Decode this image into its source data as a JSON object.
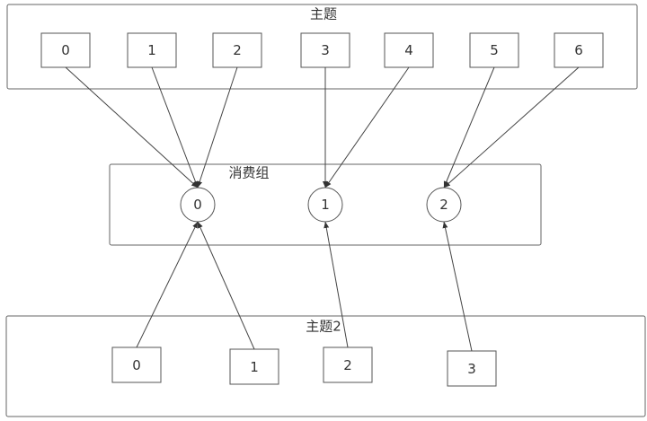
{
  "topic": {
    "title": "主题",
    "partitions": [
      "0",
      "1",
      "2",
      "3",
      "4",
      "5",
      "6"
    ]
  },
  "consumer_group": {
    "title": "消费组",
    "consumers": [
      "0",
      "1",
      "2"
    ]
  },
  "topic2": {
    "title": "主题2",
    "partitions": [
      "0",
      "1",
      "2",
      "3"
    ]
  },
  "edges": {
    "topic_to_consumer": [
      0,
      0,
      0,
      1,
      1,
      2,
      2
    ],
    "topic2_to_consumer": [
      0,
      0,
      1,
      2
    ]
  },
  "colors": {
    "stroke": "#555555",
    "text": "#333333"
  }
}
